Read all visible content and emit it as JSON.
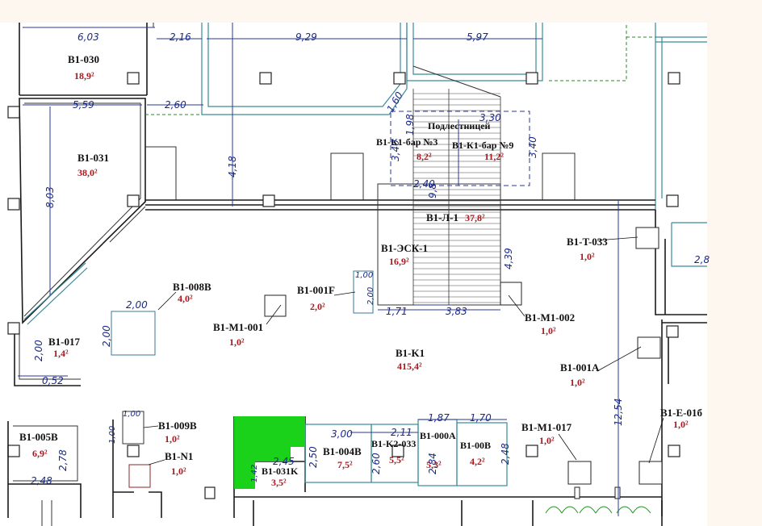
{
  "rooms": [
    {
      "id": "B1-030",
      "area": "18,9²"
    },
    {
      "id": "B1-031",
      "area": "38,0²"
    },
    {
      "id": "B1-К1-бар №3",
      "area": "8,2²"
    },
    {
      "id": "B1-К1-бар №9",
      "area": "11,2²"
    },
    {
      "id": "B1-Л-1",
      "area": "37,8²"
    },
    {
      "id": "B1-ЭСК-1",
      "area": "16,9²"
    },
    {
      "id": "B1-T-033",
      "area": "1,0²"
    },
    {
      "id": "B1-008B",
      "area": "4,0²"
    },
    {
      "id": "B1-001F",
      "area": "2,0²"
    },
    {
      "id": "B1-M1-001",
      "area": "1,0²"
    },
    {
      "id": "B1-M1-002",
      "area": "1,0²"
    },
    {
      "id": "B1-017",
      "area": "1,4²"
    },
    {
      "id": "B1-K1",
      "area": "415,4²"
    },
    {
      "id": "B1-001A",
      "area": "1,0²"
    },
    {
      "id": "B1-005B",
      "area": "6,9²"
    },
    {
      "id": "B1-009B",
      "area": "1,0²"
    },
    {
      "id": "B1-N1",
      "area": "1,0²"
    },
    {
      "id": "B1-031K",
      "area": "3,5²"
    },
    {
      "id": "B1-004B",
      "area": "7,5²"
    },
    {
      "id": "B1-K2-033",
      "area": "5,5²"
    },
    {
      "id": "B1-000A",
      "area": "5,3²"
    },
    {
      "id": "B1-00B",
      "area": "4,2²"
    },
    {
      "id": "B1-M1-017",
      "area": "1,0²"
    },
    {
      "id": "B1-E-01б",
      "area": "1,0²"
    }
  ],
  "labels": {
    "landing": "Подлестницей"
  },
  "dims": [
    "6,03",
    "2,16",
    "9,29",
    "5,97",
    "5,59",
    "2,60",
    "1,60",
    "1,98",
    "3,30",
    "3,40",
    "3,40",
    "4,18",
    "8,03",
    "2,40",
    "9,8",
    "4,39",
    "2,8",
    "1,00",
    "2,00",
    "1,71",
    "3,83",
    "2,00",
    "2,00",
    "2,00",
    "0,52",
    "12,54",
    "1,00",
    "1,00",
    "2,78",
    "2,48",
    "3,00",
    "2,11",
    "1,87",
    "1,70",
    "2,45",
    "2,50",
    "2,60",
    "2,84",
    "2,48",
    "1,42"
  ]
}
